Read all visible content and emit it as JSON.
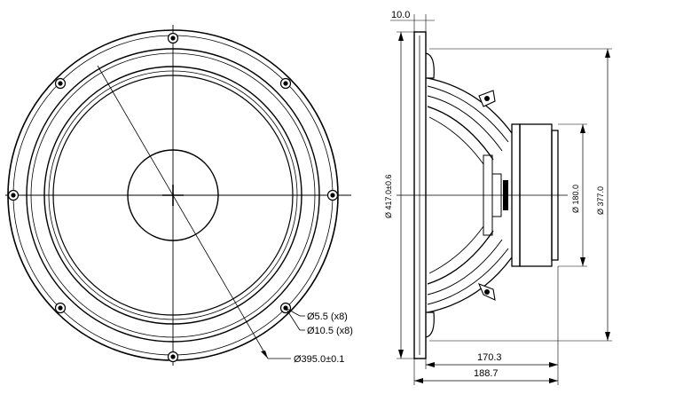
{
  "front_view": {
    "hole_small_label": "Ø5.5 (x8)",
    "hole_large_label": "Ø10.5 (x8)",
    "bolt_circle_label": "Ø395.0±0.1"
  },
  "side_view": {
    "flange_thickness_label": "10.0",
    "outer_diameter_label": "Ø 417.0±0.6",
    "magnet_diameter_label": "Ø 180.0",
    "cutout_diameter_label": "Ø 377.0",
    "depth_mount_label": "170.3",
    "total_depth_label": "188.7"
  },
  "colors": {
    "line": "#000000",
    "background": "#ffffff",
    "highlight": "#e6e6e6"
  }
}
